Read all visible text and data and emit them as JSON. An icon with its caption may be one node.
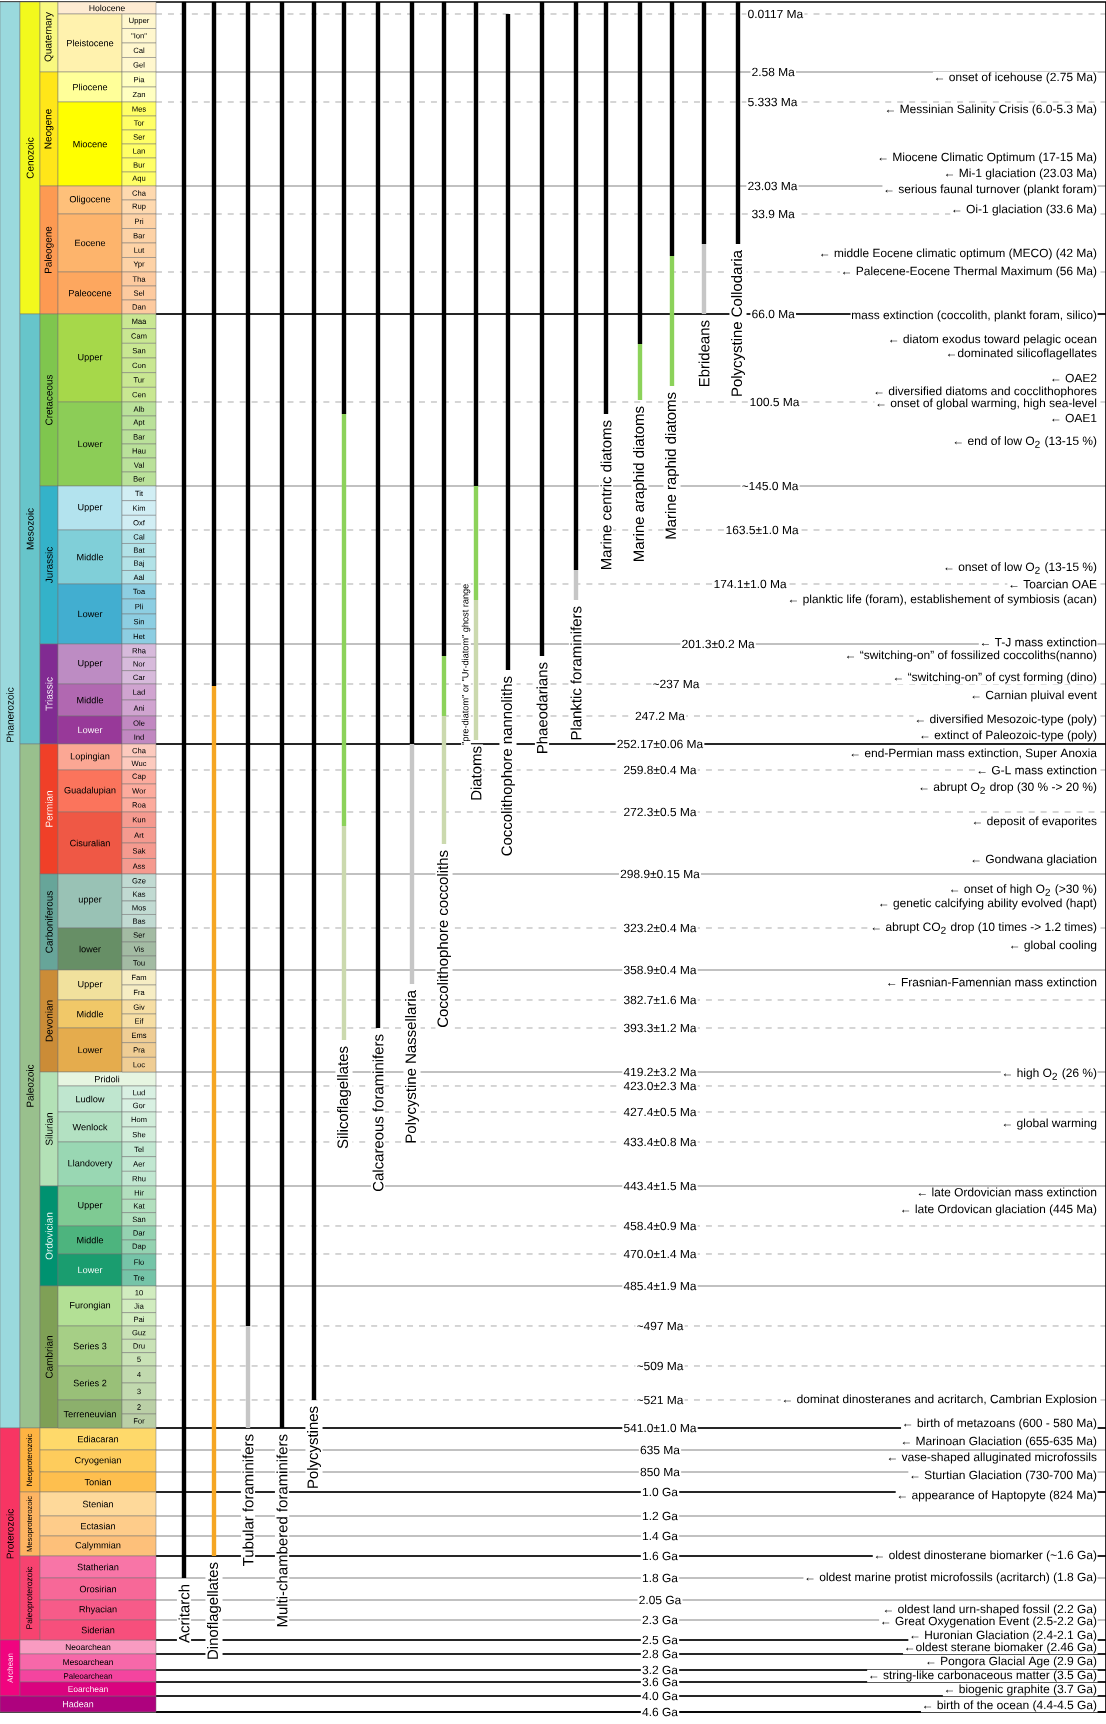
{
  "diagram": {
    "nodes": [
      {
        "text": [
          "Phanerozoic"
        ]
      },
      {
        "text": [
          "Proterozoic"
        ]
      },
      {
        "text": [
          "Archean"
        ]
      },
      {
        "text": [
          "Hadean"
        ]
      },
      {
        "text": [
          "Cenozoic"
        ]
      },
      {
        "text": [
          "Mesozoic"
        ]
      },
      {
        "text": [
          "Paleozoic"
        ]
      },
      {
        "text": [
          "Neoproterozoic"
        ]
      },
      {
        "text": [
          "Mesoproterozoic"
        ]
      },
      {
        "text": [
          "Paleoproterozoic"
        ]
      },
      {
        "text": [
          "Neoarchean"
        ]
      },
      {
        "text": [
          "Mesoarchean"
        ]
      },
      {
        "text": [
          "Paleoarchean"
        ]
      },
      {
        "text": [
          "Eoarchean"
        ]
      },
      {
        "text": [
          "Quaternary"
        ]
      },
      {
        "text": [
          "Neogene"
        ]
      },
      {
        "text": [
          "Paleogene"
        ]
      },
      {
        "text": [
          "Cretaceous"
        ]
      },
      {
        "text": [
          "Jurassic"
        ]
      },
      {
        "text": [
          "Triassic"
        ]
      },
      {
        "text": [
          "Permian"
        ]
      },
      {
        "text": [
          "Carboniferous"
        ]
      },
      {
        "text": [
          "Devonian"
        ]
      },
      {
        "text": [
          "Silurian"
        ]
      },
      {
        "text": [
          "Ordovician"
        ]
      },
      {
        "text": [
          "Cambrian"
        ]
      },
      {
        "text": [
          "Ediacaran"
        ]
      },
      {
        "text": [
          "Cryogenian"
        ]
      },
      {
        "text": [
          "Tonian"
        ]
      },
      {
        "text": [
          "Stenian"
        ]
      },
      {
        "text": [
          "Ectasian"
        ]
      },
      {
        "text": [
          "Calymmian"
        ]
      },
      {
        "text": [
          "Statherian"
        ]
      },
      {
        "text": [
          "Orosirian"
        ]
      },
      {
        "text": [
          "Rhyacian"
        ]
      },
      {
        "text": [
          "Siderian"
        ]
      },
      {
        "text": [
          "Holocene"
        ]
      },
      {
        "text": [
          "Pleistocene"
        ]
      },
      {
        "text": [
          "Pliocene"
        ]
      },
      {
        "text": [
          "Miocene"
        ]
      },
      {
        "text": [
          "Oligocene"
        ]
      },
      {
        "text": [
          "Eocene"
        ]
      },
      {
        "text": [
          "Paleocene"
        ]
      },
      {
        "text": [
          "Upper"
        ]
      },
      {
        "text": [
          "Lower"
        ]
      },
      {
        "text": [
          "Upper"
        ]
      },
      {
        "text": [
          "Middle"
        ]
      },
      {
        "text": [
          "Lower"
        ]
      },
      {
        "text": [
          "Upper"
        ]
      },
      {
        "text": [
          "Middle"
        ]
      },
      {
        "text": [
          "Lower"
        ]
      },
      {
        "text": [
          "Lopingian"
        ]
      },
      {
        "text": [
          "Guadalupian"
        ]
      },
      {
        "text": [
          "Cisuralian"
        ]
      },
      {
        "text": [
          "upper"
        ]
      },
      {
        "text": [
          "lower"
        ]
      },
      {
        "text": [
          "Upper"
        ]
      },
      {
        "text": [
          "Middle"
        ]
      },
      {
        "text": [
          "Lower"
        ]
      },
      {
        "text": [
          "Pridoli"
        ]
      },
      {
        "text": [
          "Ludlow"
        ]
      },
      {
        "text": [
          "Wenlock"
        ]
      },
      {
        "text": [
          "Llandovery"
        ]
      },
      {
        "text": [
          "Upper"
        ]
      },
      {
        "text": [
          "Middle"
        ]
      },
      {
        "text": [
          "Lower"
        ]
      },
      {
        "text": [
          "Furongian"
        ]
      },
      {
        "text": [
          "Series 3"
        ]
      },
      {
        "text": [
          "Series 2"
        ]
      },
      {
        "text": [
          "Terreneuvian"
        ]
      },
      {
        "text": [
          "Upper"
        ]
      },
      {
        "text": [
          "\"Ion\""
        ]
      },
      {
        "text": [
          "Cal"
        ]
      },
      {
        "text": [
          "Gel"
        ]
      },
      {
        "text": [
          "Pia"
        ]
      },
      {
        "text": [
          "Zan"
        ]
      },
      {
        "text": [
          "Mes"
        ]
      },
      {
        "text": [
          "Tor"
        ]
      },
      {
        "text": [
          "Ser"
        ]
      },
      {
        "text": [
          "Lan"
        ]
      },
      {
        "text": [
          "Bur"
        ]
      },
      {
        "text": [
          "Aqu"
        ]
      },
      {
        "text": [
          "Cha"
        ]
      },
      {
        "text": [
          "Rup"
        ]
      },
      {
        "text": [
          "Pri"
        ]
      },
      {
        "text": [
          "Bar"
        ]
      },
      {
        "text": [
          "Lut"
        ]
      },
      {
        "text": [
          "Ypr"
        ]
      },
      {
        "text": [
          "Tha"
        ]
      },
      {
        "text": [
          "Sel"
        ]
      },
      {
        "text": [
          "Dan"
        ]
      },
      {
        "text": [
          "Maa"
        ]
      },
      {
        "text": [
          "Cam"
        ]
      },
      {
        "text": [
          "San"
        ]
      },
      {
        "text": [
          "Con"
        ]
      },
      {
        "text": [
          "Tur"
        ]
      },
      {
        "text": [
          "Cen"
        ]
      },
      {
        "text": [
          "Alb"
        ]
      },
      {
        "text": [
          "Apt"
        ]
      },
      {
        "text": [
          "Bar"
        ]
      },
      {
        "text": [
          "Hau"
        ]
      },
      {
        "text": [
          "Val"
        ]
      },
      {
        "text": [
          "Ber"
        ]
      },
      {
        "text": [
          "Tit"
        ]
      },
      {
        "text": [
          "Kim"
        ]
      },
      {
        "text": [
          "Oxf"
        ]
      },
      {
        "text": [
          "Cal"
        ]
      },
      {
        "text": [
          "Bat"
        ]
      },
      {
        "text": [
          "Baj"
        ]
      },
      {
        "text": [
          "Aal"
        ]
      },
      {
        "text": [
          "Toa"
        ]
      },
      {
        "text": [
          "Pli"
        ]
      },
      {
        "text": [
          "Sin"
        ]
      },
      {
        "text": [
          "Het"
        ]
      },
      {
        "text": [
          "Rha"
        ]
      },
      {
        "text": [
          "Nor"
        ]
      },
      {
        "text": [
          "Car"
        ]
      },
      {
        "text": [
          "Lad"
        ]
      },
      {
        "text": [
          "Ani"
        ]
      },
      {
        "text": [
          "Ole"
        ]
      },
      {
        "text": [
          "Ind"
        ]
      },
      {
        "text": [
          "Cha"
        ]
      },
      {
        "text": [
          "Wuc"
        ]
      },
      {
        "text": [
          "Cap"
        ]
      },
      {
        "text": [
          "Wor"
        ]
      },
      {
        "text": [
          "Roa"
        ]
      },
      {
        "text": [
          "Kun"
        ]
      },
      {
        "text": [
          "Art"
        ]
      },
      {
        "text": [
          "Sak"
        ]
      },
      {
        "text": [
          "Ass"
        ]
      },
      {
        "text": [
          "Gze"
        ]
      },
      {
        "text": [
          "Kas"
        ]
      },
      {
        "text": [
          "Mos"
        ]
      },
      {
        "text": [
          "Bas"
        ]
      },
      {
        "text": [
          "Ser"
        ]
      },
      {
        "text": [
          "Vis"
        ]
      },
      {
        "text": [
          "Tou"
        ]
      },
      {
        "text": [
          "Fam"
        ]
      },
      {
        "text": [
          "Fra"
        ]
      },
      {
        "text": [
          "Giv"
        ]
      },
      {
        "text": [
          "Eif"
        ]
      },
      {
        "text": [
          "Ems"
        ]
      },
      {
        "text": [
          "Pra"
        ]
      },
      {
        "text": [
          "Loc"
        ]
      },
      {
        "text": [
          "Lud"
        ]
      },
      {
        "text": [
          "Gor"
        ]
      },
      {
        "text": [
          "Hom"
        ]
      },
      {
        "text": [
          "She"
        ]
      },
      {
        "text": [
          "Tel"
        ]
      },
      {
        "text": [
          "Aer"
        ]
      },
      {
        "text": [
          "Rhu"
        ]
      },
      {
        "text": [
          "Hir"
        ]
      },
      {
        "text": [
          "Kat"
        ]
      },
      {
        "text": [
          "San"
        ]
      },
      {
        "text": [
          "Dar"
        ]
      },
      {
        "text": [
          "Dap"
        ]
      },
      {
        "text": [
          "Flo"
        ]
      },
      {
        "text": [
          "Tre"
        ]
      },
      {
        "text": [
          "10"
        ]
      },
      {
        "text": [
          "Jia"
        ]
      },
      {
        "text": [
          "Pai"
        ]
      },
      {
        "text": [
          "Guz"
        ]
      },
      {
        "text": [
          "Dru"
        ]
      },
      {
        "text": [
          "5"
        ]
      },
      {
        "text": [
          "4"
        ]
      },
      {
        "text": [
          "3"
        ]
      },
      {
        "text": [
          "2"
        ]
      },
      {
        "text": [
          "For"
        ]
      }
    ],
    "labels": [
      "Acritarch",
      "Dinoflagellates",
      "Tubular foraminifers",
      "Multi-chambered foraminifers",
      "Polycystines",
      "Silicoflagellates",
      "Calcareous foraminifers",
      "Polycystine Nassellaria",
      "Coccolithophore coccoliths",
      "Diatoms",
      "Coccolithophore nannoliths",
      "Phaeodarians",
      "Planktic foraminifers",
      "Marine centric diatoms",
      "Marine araphid diatoms",
      "Marine raphid diatoms",
      "Ebrideans",
      "Polycystine Collodaria",
      "\"pre-diatom\" or \"Ur-diatom\" ghost range",
      "0.0117 Ma",
      "2.58 Ma",
      "5.333 Ma",
      "23.03 Ma",
      "33.9 Ma",
      "66.0 Ma",
      "100.5 Ma",
      "~145.0 Ma",
      "163.5±1.0 Ma",
      "174.1±1.0 Ma",
      "201.3±0.2 Ma",
      "~237 Ma",
      "247.2 Ma",
      "252.17±0.06 Ma",
      "259.8±0.4 Ma",
      "272.3±0.5 Ma",
      "298.9±0.15 Ma",
      "323.2±0.4 Ma",
      "358.9±0.4 Ma",
      "382.7±1.6 Ma",
      "393.3±1.2 Ma",
      "419.2±3.2 Ma",
      "423.0±2.3 Ma",
      "427.4±0.5 Ma",
      "433.4±0.8 Ma",
      "443.4±1.5 Ma",
      "458.4±0.9 Ma",
      "470.0±1.4 Ma",
      "485.4±1.9 Ma",
      "~497 Ma",
      "~509 Ma",
      "~521 Ma",
      "541.0±1.0 Ma",
      "635 Ma",
      "850 Ma",
      "1.0 Ga",
      "1.2 Ga",
      "1.4 Ga",
      "1.6 Ga",
      "1.8 Ga",
      "2.05 Ga",
      "2.3 Ga",
      "2.5 Ga",
      "2.8 Ga",
      "3.2 Ga",
      "3.6 Ga",
      "4.0 Ga",
      "4.6 Ga",
      "← onset of icehouse (2.75 Ma)",
      "← Messinian Salinity Crisis (6.0-5.3 Ma)",
      "← Miocene Climatic Optimum (17-15 Ma)",
      "← Mi-1 glaciation (23.03 Ma)",
      "← serious faunal turnover (plankt foram)",
      "← Oi-1 glaciation (33.6 Ma)",
      "← middle Eocene climatic optimum (MECO) (42 Ma)",
      "← Palecene-Eocene Thermal Maximum (56 Ma)",
      "mass extinction (coccolith, plankt foram, silico)",
      "← diatom exodus toward pelagic ocean",
      "←dominated silicoflagellates",
      "← OAE2",
      "← diversified diatoms and cocclithophores",
      "← onset of global warming, high sea-level",
      "← OAE1",
      "← end of low O$_{2}$ (13-15 %)",
      "← onset of low O$_{2}$ (13-15 %)",
      "← Toarcian OAE",
      "← planktic life (foram), establishement of symbiosis (acan)",
      "← T-J mass extinction",
      "← “switching-on” of fossilized coccoliths(nanno)",
      "← “switching-on” of cyst forming (dino)",
      "← Carnian pluival event",
      "← diversified Mesozoic-type (poly)",
      "← extinct of Paleozoic-type (poly)",
      "← end-Permian mass extinction, Super Anoxia",
      "← G-L mass extinction",
      "← abrupt O$_{2}$ drop (30 % -> 20 %)",
      "← deposit of evaporites",
      "← Gondwana glaciation",
      "← onset of high O$_{2}$ (>30 %)",
      "← genetic calcifying ability evolved (hapt)",
      "← abrupt CO$_{2}$ drop (10 times -> 1.2 times)",
      "← global cooling",
      "← Frasnian-Famennian mass extinction",
      "← high O$_{2}$ (26 %)",
      "← global warming",
      "← late Ordovician mass extinction",
      "← late Ordovican glaciation (445 Ma)",
      "← dominat dinosteranes and acritarch, Cambrian Explosion",
      "← birth of metazoans (600 - 580 Ma)",
      "← Marinoan Glaciation (655-635 Ma)",
      "← vase-shaped alluginated microfossils",
      "← Sturtian Glaciation (730-700 Ma)",
      "← appearance of Haptopyte (824 Ma)",
      "← oldest dinosterane biomarker (~1.6 Ga)",
      "← oldest marine protist microfossils (acritarch) (1.8 Ga)",
      "← oldest land urn-shaped fossil (2.2 Ga)",
      "← Great Oxygenation Event (2.5-2.2 Ga)",
      "← Huronian Glaciation (2.4-2.1 Ga)",
      "←oldest sterane biomaker (2.46 Ga)",
      "← Pongora Glacial Age (2.9 Ga)",
      "← string-like carbonaceous matter (3.5 Ga)",
      "← biogenic graphite (3.7 Ga)",
      "← birth of the ocean (4.4-4.5 Ga)"
    ]
  }
}
